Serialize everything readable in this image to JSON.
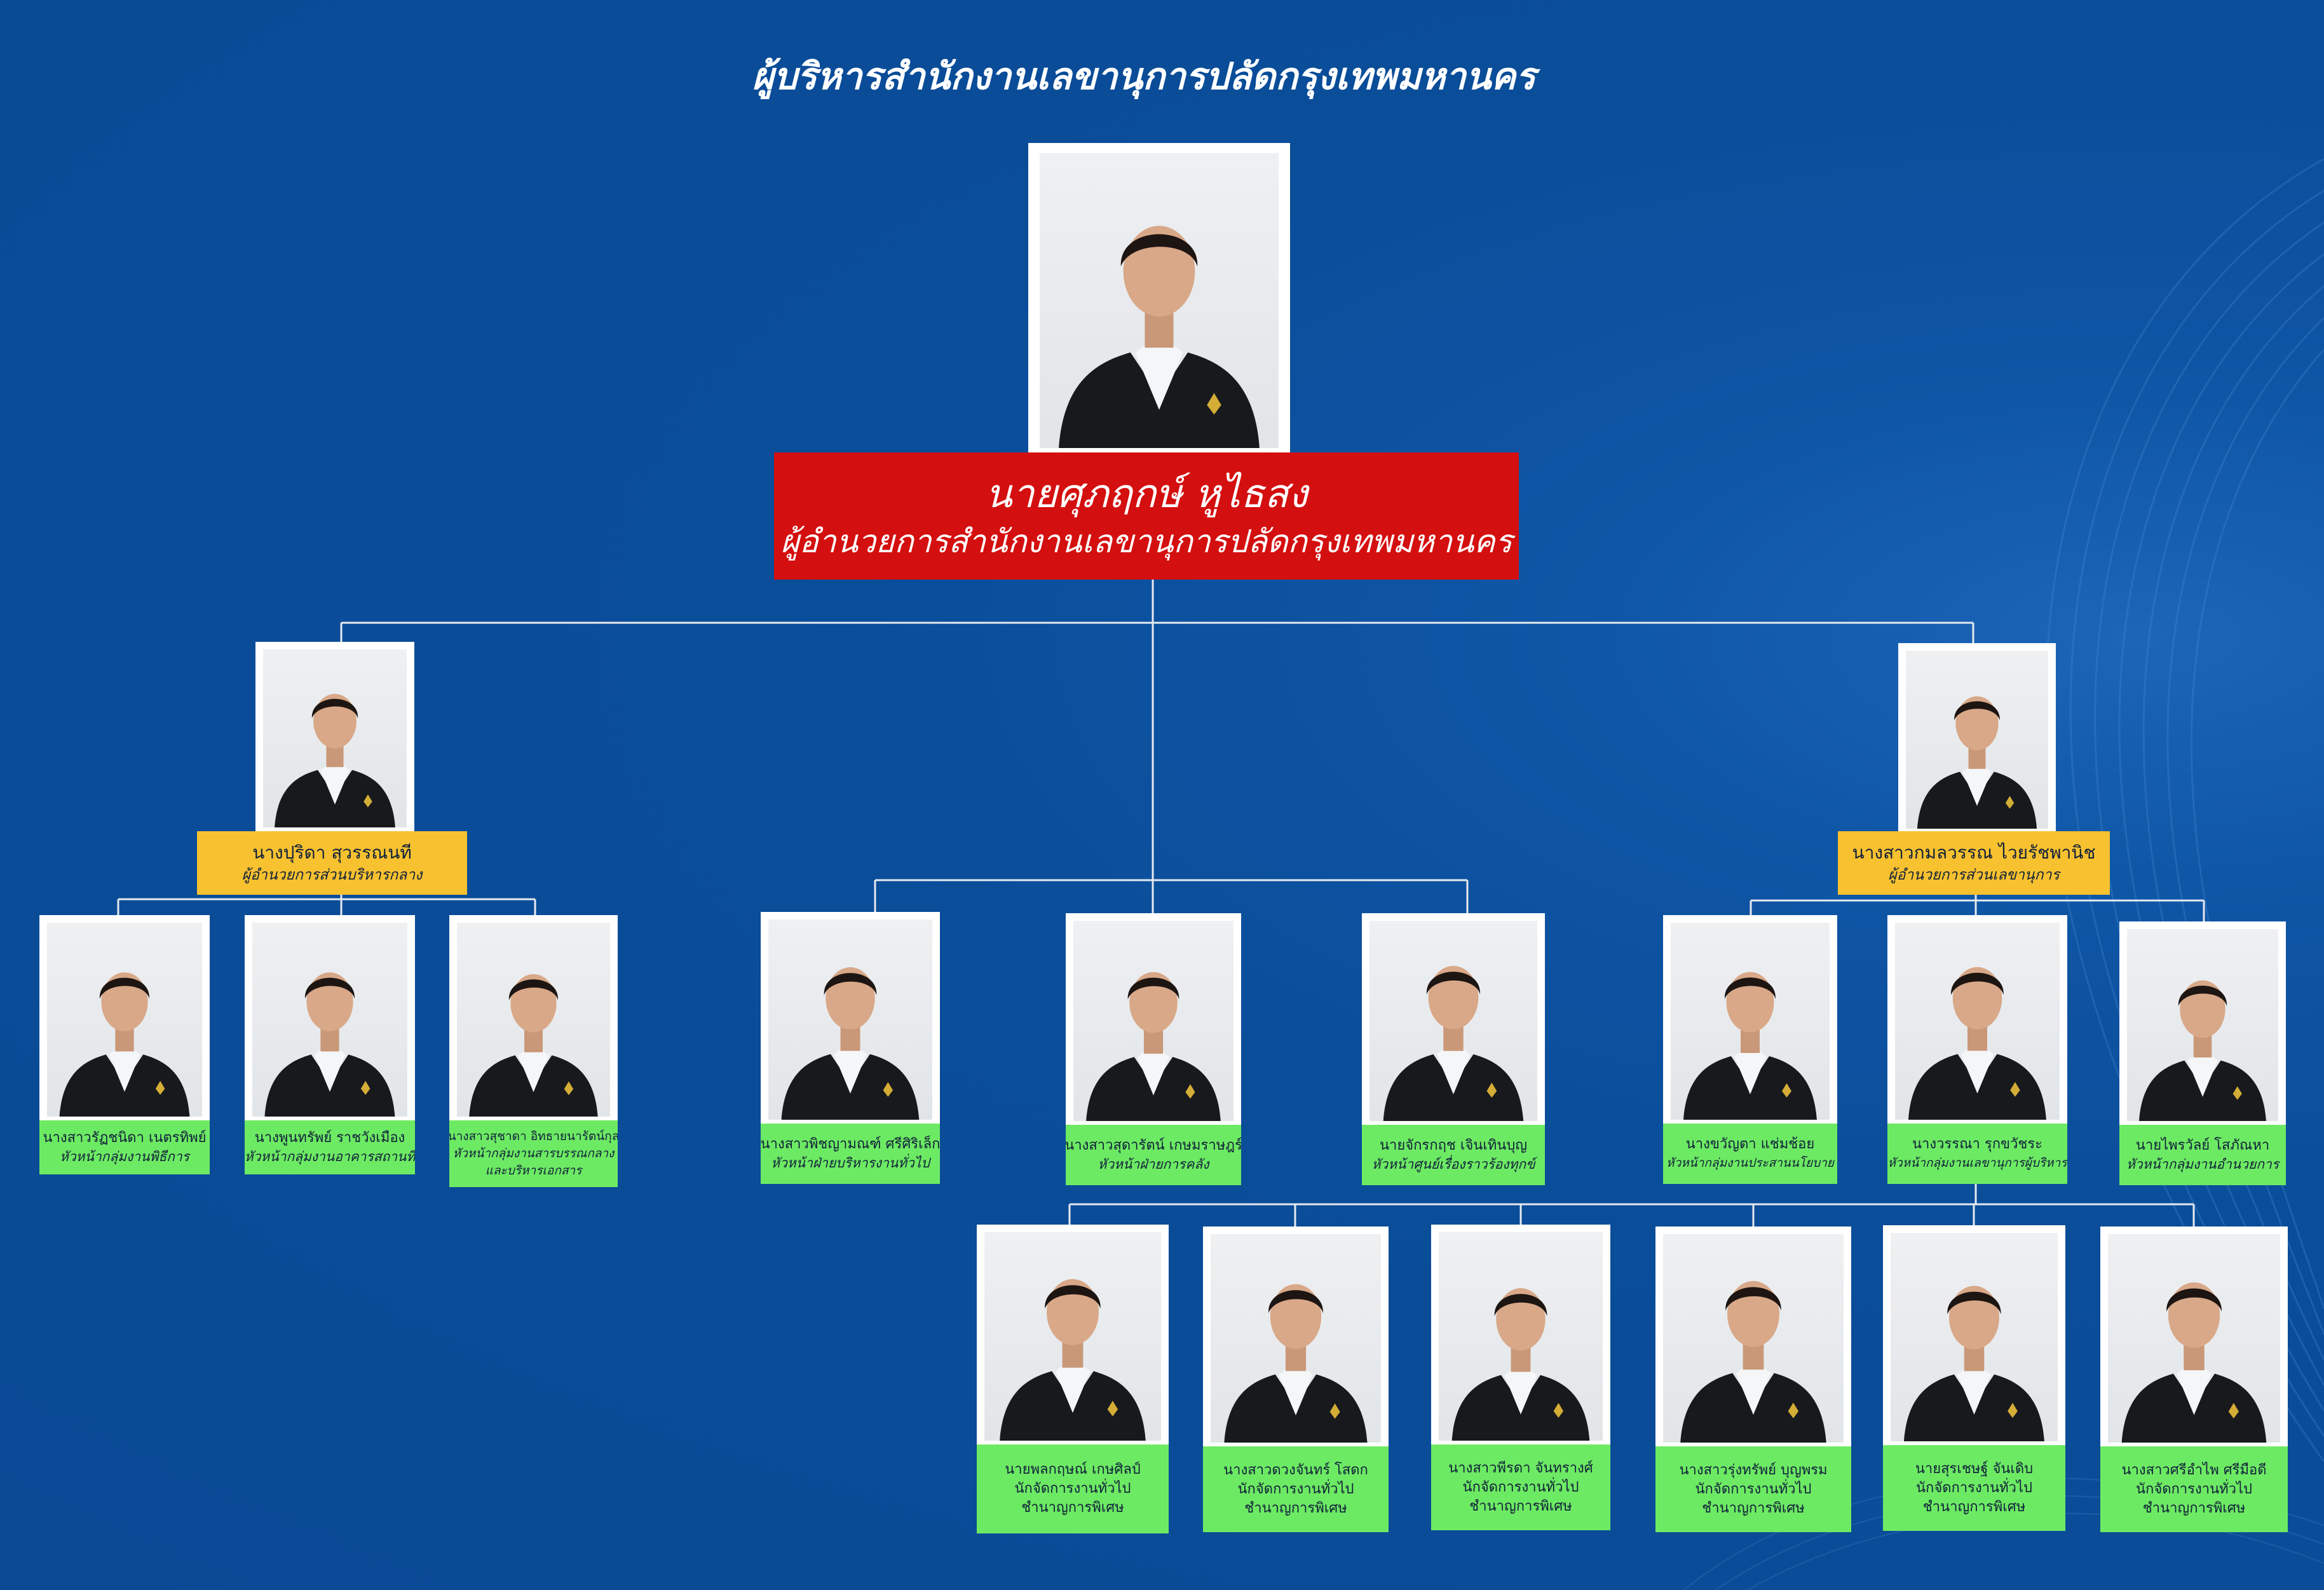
{
  "title": "ผู้บริหารสำนักงานเลขานุการปลัดกรุงเทพมหานคร",
  "director": {
    "name": "นายศุภฤกษ์ หูไธสง",
    "position": "ผู้อำนวยการสำนักงานเลขานุการปลัดกรุงเทพมหานคร"
  },
  "left_branch": {
    "head": {
      "name": "นางปุริดา สุวรรณนที",
      "position": "ผู้อำนวยการส่วนบริหารกลาง"
    },
    "members": [
      {
        "name": "นางสาวรัฏชนิดา เนตรทิพย์",
        "position": "หัวหน้ากลุ่มงานพิธีการ"
      },
      {
        "name": "นางพูนทรัพย์ ราชวังเมือง",
        "position": "หัวหน้ากลุ่มงานอาคารสถานที่"
      },
      {
        "name": "นางสาวสุชาดา อิทธายนารัตน์กุล",
        "position": "หัวหน้ากลุ่มงานสารบรรณกลาง",
        "position_2": "และบริหารเอกสาร"
      }
    ]
  },
  "center_branch": {
    "members": [
      {
        "name": "นางสาวพิชญามณฑ์ ศรีศิริเล็ก",
        "position": "หัวหน้าฝ่ายบริหารงานทั่วไป"
      },
      {
        "name": "นางสาวสุดารัตน์ เกษมราษฎร์",
        "position": "หัวหน้าฝ่ายการคลัง"
      },
      {
        "name": "นายจักรกฤช เจินเทินบุญ",
        "position": "หัวหน้าศูนย์เรื่องราวร้องทุกข์"
      }
    ]
  },
  "right_branch": {
    "head": {
      "name": "นางสาวกมลวรรณ ไวยรัชพานิช",
      "position": "ผู้อำนวยการส่วนเลขานุการ"
    },
    "members": [
      {
        "name": "นางขวัญตา แช่มช้อย",
        "position": "หัวหน้ากลุ่มงานประสานนโยบาย"
      },
      {
        "name": "นางวรรณา รุกขวัชระ",
        "position": "หัวหน้ากลุ่มงานเลขานุการผู้บริหาร"
      },
      {
        "name": "นายไพรวัลย์ โสภัณหา",
        "position": "หัวหน้ากลุ่มงานอำนวยการ"
      }
    ]
  },
  "staff": [
    {
      "name": "นายพลกฤษณ์ เกษศิลป์",
      "position": "นักจัดการงานทั่วไป",
      "level": "ชำนาญการพิเศษ"
    },
    {
      "name": "นางสาวดวงจันทร์ โสดก",
      "position": "นักจัดการงานทั่วไป",
      "level": "ชำนาญการพิเศษ"
    },
    {
      "name": "นางสาวพีรดา จันทรางศ์",
      "position": "นักจัดการงานทั่วไป",
      "level": "ชำนาญการพิเศษ"
    },
    {
      "name": "นางสาวรุ่งทรัพย์ บุญพรม",
      "position": "นักจัดการงานทั่วไป",
      "level": "ชำนาญการพิเศษ"
    },
    {
      "name": "นายสุรเชษฐ์ จันเดิบ",
      "position": "นักจัดการงานทั่วไป",
      "level": "ชำนาญการพิเศษ"
    },
    {
      "name": "นางสาวศรีอำไพ ศรีมือดี",
      "position": "นักจัดการงานทั่วไป",
      "level": "ชำนาญการพิเศษ"
    }
  ],
  "colors": {
    "background": "#0a4d99",
    "director_box": "#d40f0f",
    "division_box": "#f7c12f",
    "member_box": "#6dea63",
    "connector": "#e6e9ef"
  }
}
